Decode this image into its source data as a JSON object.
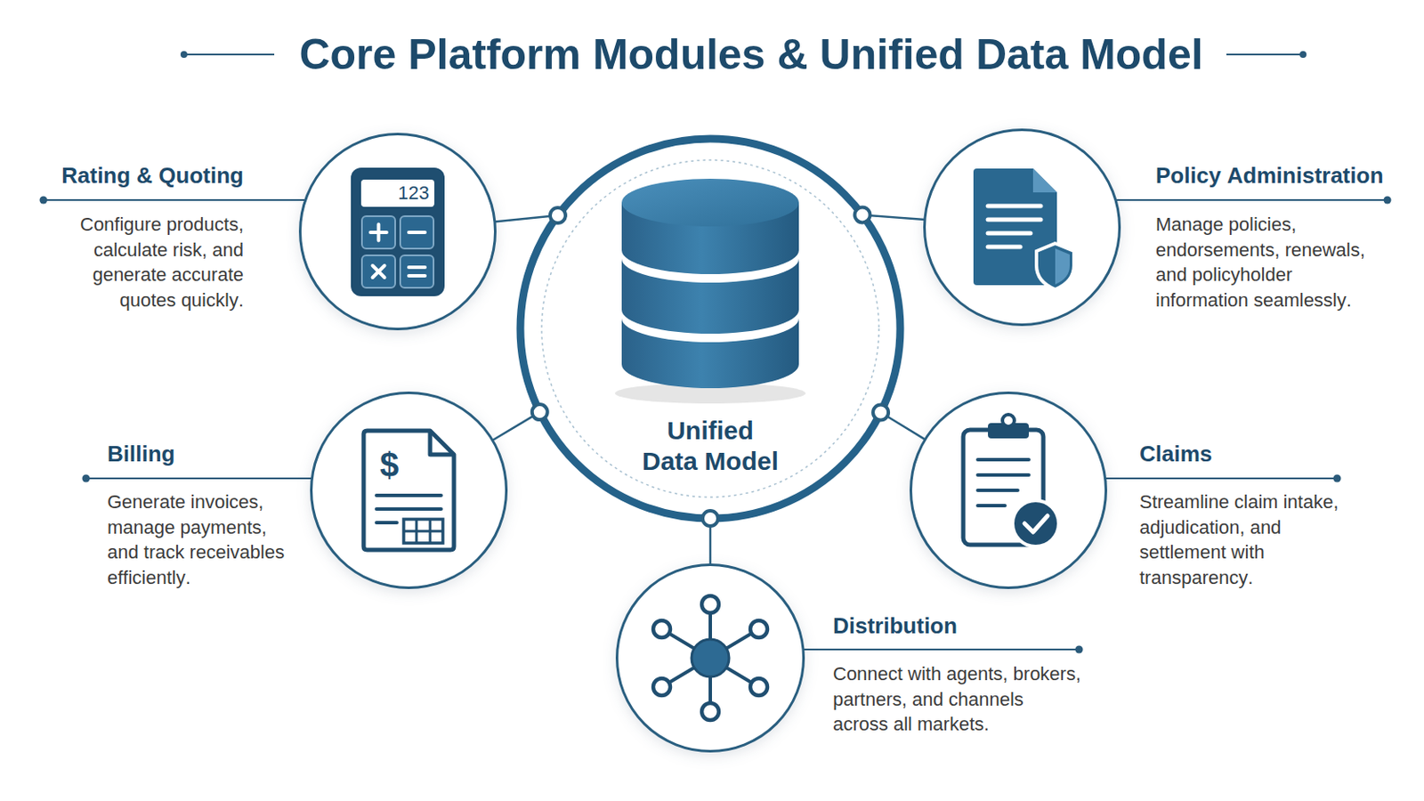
{
  "diagram": {
    "title": "Core Platform Modules & Unified Data Model",
    "nodes": [
      {
        "text": [
          "Rating & Quoting",
          "Configure products, calculate risk, and generate accurate quotes quickly."
        ]
      },
      {
        "text": [
          "Policy Administration",
          "Manage policies, endorsements, renewals, and policyholder information seamlessly."
        ]
      },
      {
        "text": [
          "Unified Data Model"
        ]
      },
      {
        "text": [
          "Billing",
          "Generate invoices, manage payments, and track receivables efficiently."
        ]
      },
      {
        "text": [
          "Claims",
          "Streamline claim intake, adjudication, and settlement with transparency."
        ]
      },
      {
        "text": [
          "Distribution",
          "Connect with agents, brokers, partners, and channels across all markets."
        ]
      }
    ],
    "edges": [
      {
        "from": 0,
        "to": 2,
        "arrow": "none"
      },
      {
        "from": 1,
        "to": 2,
        "arrow": "none"
      },
      {
        "from": 3,
        "to": 2,
        "arrow": "none"
      },
      {
        "from": 4,
        "to": 2,
        "arrow": "none"
      },
      {
        "from": 5,
        "to": 2,
        "arrow": "none"
      }
    ],
    "labels": [
      "123",
      "$"
    ]
  }
}
